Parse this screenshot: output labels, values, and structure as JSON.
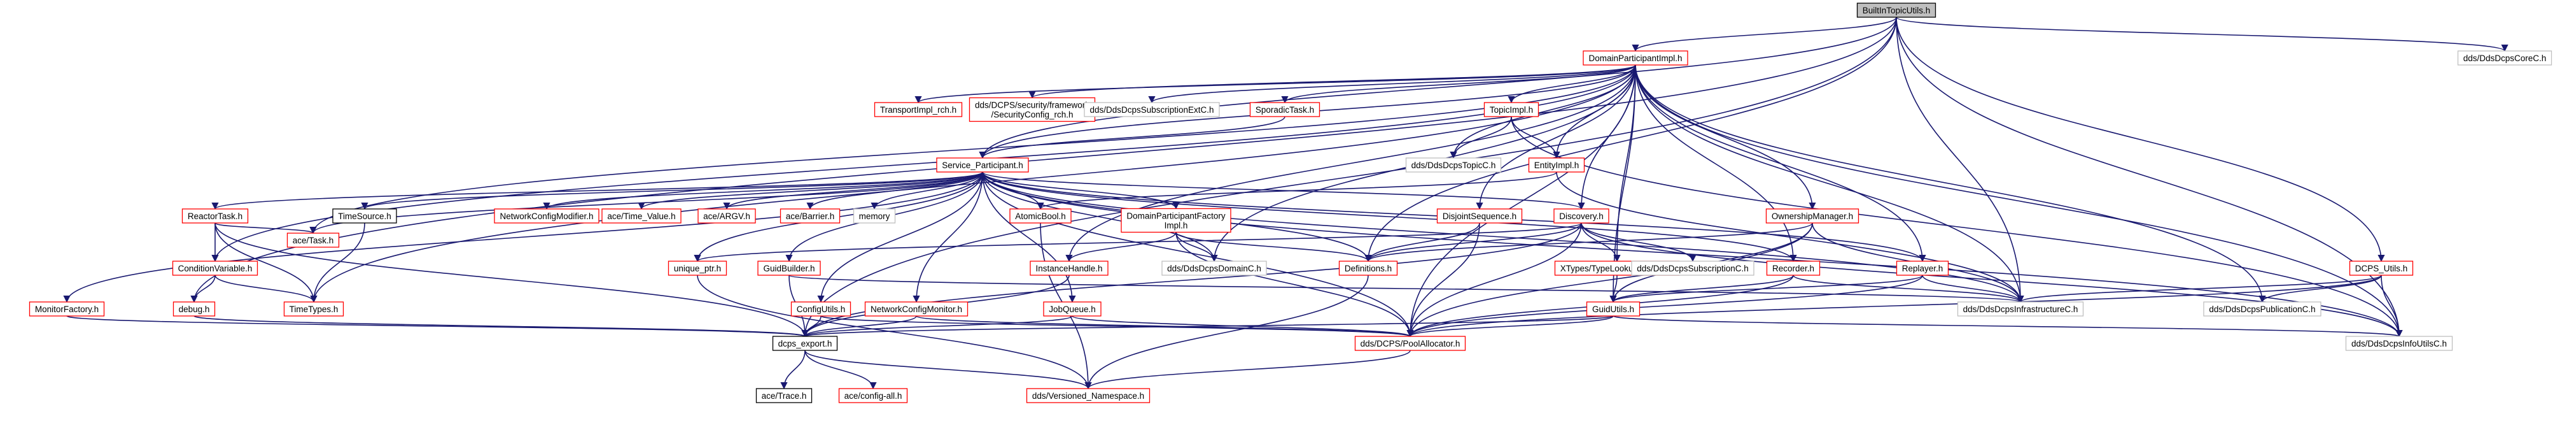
{
  "colors": {
    "edge": "#191970",
    "red_border": "#ff0000",
    "gray_border": "#bfbfbf",
    "root_fill": "#bfbfbf",
    "root_border": "#000000",
    "text": "#000000",
    "background": "#ffffff"
  },
  "nodes": [
    {
      "id": "root",
      "label": [
        "BuiltInTopicUtils.h"
      ],
      "style": "root"
    },
    {
      "id": "dpi",
      "label": [
        "DomainParticipantImpl.h"
      ],
      "style": "red"
    },
    {
      "id": "coreC",
      "label": [
        "dds/DdsDcpsCoreC.h"
      ],
      "style": "gray"
    },
    {
      "id": "trimpl",
      "label": [
        "TransportImpl_rch.h"
      ],
      "style": "red"
    },
    {
      "id": "secfw",
      "label": [
        "dds/DCPS/security/framework",
        "/SecurityConfig_rch.h"
      ],
      "style": "red"
    },
    {
      "id": "subext",
      "label": [
        "dds/DdsDcpsSubscriptionExtC.h"
      ],
      "style": "gray"
    },
    {
      "id": "sporadic",
      "label": [
        "SporadicTask.h"
      ],
      "style": "red"
    },
    {
      "id": "topicimpl",
      "label": [
        "TopicImpl.h"
      ],
      "style": "red"
    },
    {
      "id": "topicC",
      "label": [
        "dds/DdsDcpsTopicC.h"
      ],
      "style": "gray"
    },
    {
      "id": "entityimpl",
      "label": [
        "EntityImpl.h"
      ],
      "style": "red"
    },
    {
      "id": "svcp",
      "label": [
        "Service_Participant.h"
      ],
      "style": "red"
    },
    {
      "id": "reactortask",
      "label": [
        "ReactorTask.h"
      ],
      "style": "red"
    },
    {
      "id": "timesource",
      "label": [
        "TimeSource.h"
      ],
      "style": "black"
    },
    {
      "id": "netcfgmod",
      "label": [
        "NetworkConfigModifier.h"
      ],
      "style": "red"
    },
    {
      "id": "timevalue",
      "label": [
        "ace/Time_Value.h"
      ],
      "style": "red"
    },
    {
      "id": "argv",
      "label": [
        "ace/ARGV.h"
      ],
      "style": "red"
    },
    {
      "id": "barrier",
      "label": [
        "ace/Barrier.h"
      ],
      "style": "red"
    },
    {
      "id": "memory",
      "label": [
        "memory"
      ],
      "style": "gray"
    },
    {
      "id": "atomicbool",
      "label": [
        "AtomicBool.h"
      ],
      "style": "red"
    },
    {
      "id": "dpfimpl",
      "label": [
        "DomainParticipantFactory",
        "Impl.h"
      ],
      "style": "red"
    },
    {
      "id": "disjoint",
      "label": [
        "DisjointSequence.h"
      ],
      "style": "red"
    },
    {
      "id": "discovery",
      "label": [
        "Discovery.h"
      ],
      "style": "red"
    },
    {
      "id": "ownership",
      "label": [
        "OwnershipManager.h"
      ],
      "style": "red"
    },
    {
      "id": "acetask",
      "label": [
        "ace/Task.h"
      ],
      "style": "red"
    },
    {
      "id": "condvar",
      "label": [
        "ConditionVariable.h"
      ],
      "style": "red"
    },
    {
      "id": "timetypes",
      "label": [
        "TimeTypes.h"
      ],
      "style": "red"
    },
    {
      "id": "uniqueptr",
      "label": [
        "unique_ptr.h"
      ],
      "style": "red"
    },
    {
      "id": "guidbuilder",
      "label": [
        "GuidBuilder.h"
      ],
      "style": "red"
    },
    {
      "id": "insthandle",
      "label": [
        "InstanceHandle.h"
      ],
      "style": "red"
    },
    {
      "id": "domainC",
      "label": [
        "dds/DdsDcpsDomainC.h"
      ],
      "style": "gray"
    },
    {
      "id": "definitions",
      "label": [
        "Definitions.h"
      ],
      "style": "red"
    },
    {
      "id": "xtypes",
      "label": [
        "XTypes/TypeLookupService.h"
      ],
      "style": "red"
    },
    {
      "id": "subC",
      "label": [
        "dds/DdsDcpsSubscriptionC.h"
      ],
      "style": "gray"
    },
    {
      "id": "recorder",
      "label": [
        "Recorder.h"
      ],
      "style": "red"
    },
    {
      "id": "replayer",
      "label": [
        "Replayer.h"
      ],
      "style": "red"
    },
    {
      "id": "dcpsutils",
      "label": [
        "DCPS_Utils.h"
      ],
      "style": "red"
    },
    {
      "id": "monfactory",
      "label": [
        "MonitorFactory.h"
      ],
      "style": "red"
    },
    {
      "id": "debug",
      "label": [
        "debug.h"
      ],
      "style": "red"
    },
    {
      "id": "configutils",
      "label": [
        "ConfigUtils.h"
      ],
      "style": "red"
    },
    {
      "id": "netcfgmon",
      "label": [
        "NetworkConfigMonitor.h"
      ],
      "style": "red"
    },
    {
      "id": "jobqueue",
      "label": [
        "JobQueue.h"
      ],
      "style": "red"
    },
    {
      "id": "guidutils",
      "label": [
        "GuidUtils.h"
      ],
      "style": "red"
    },
    {
      "id": "infraC",
      "label": [
        "dds/DdsDcpsInfrastructureC.h"
      ],
      "style": "gray"
    },
    {
      "id": "pubC",
      "label": [
        "dds/DdsDcpsPublicationC.h"
      ],
      "style": "gray"
    },
    {
      "id": "infoutilsC",
      "label": [
        "dds/DdsDcpsInfoUtilsC.h"
      ],
      "style": "gray"
    },
    {
      "id": "dcpsexport",
      "label": [
        "dcps_export.h"
      ],
      "style": "black"
    },
    {
      "id": "poolalloc",
      "label": [
        "dds/DCPS/PoolAllocator.h"
      ],
      "style": "red"
    },
    {
      "id": "acetrace",
      "label": [
        "ace/Trace.h"
      ],
      "style": "black"
    },
    {
      "id": "aceconfig",
      "label": [
        "ace/config-all.h"
      ],
      "style": "red"
    },
    {
      "id": "versioned",
      "label": [
        "dds/Versioned_Namespace.h"
      ],
      "style": "red"
    }
  ],
  "edges": [
    [
      "root",
      "dpi"
    ],
    [
      "root",
      "coreC"
    ],
    [
      "root",
      "svcp"
    ],
    [
      "root",
      "dcpsutils"
    ],
    [
      "root",
      "dcpsexport"
    ],
    [
      "root",
      "infraC"
    ],
    [
      "root",
      "infoutilsC"
    ],
    [
      "root",
      "debug"
    ],
    [
      "root",
      "definitions"
    ],
    [
      "dpi",
      "trimpl"
    ],
    [
      "dpi",
      "secfw"
    ],
    [
      "dpi",
      "subext"
    ],
    [
      "dpi",
      "sporadic"
    ],
    [
      "dpi",
      "topicimpl"
    ],
    [
      "dpi",
      "topicC"
    ],
    [
      "dpi",
      "entityimpl"
    ],
    [
      "dpi",
      "svcp"
    ],
    [
      "dpi",
      "disjoint"
    ],
    [
      "dpi",
      "discovery"
    ],
    [
      "dpi",
      "ownership"
    ],
    [
      "dpi",
      "recorder"
    ],
    [
      "dpi",
      "replayer"
    ],
    [
      "dpi",
      "xtypes"
    ],
    [
      "dpi",
      "condvar"
    ],
    [
      "dpi",
      "insthandle"
    ],
    [
      "dpi",
      "domainC"
    ],
    [
      "dpi",
      "guidutils"
    ],
    [
      "dpi",
      "poolalloc"
    ],
    [
      "dpi",
      "pubC"
    ],
    [
      "dpi",
      "infoutilsC"
    ],
    [
      "dpi",
      "infraC"
    ],
    [
      "dpi",
      "timetypes"
    ],
    [
      "dpi",
      "acetask"
    ],
    [
      "sporadic",
      "svcp"
    ],
    [
      "topicimpl",
      "topicC"
    ],
    [
      "topicimpl",
      "entityimpl"
    ],
    [
      "topicimpl",
      "infoutilsC"
    ],
    [
      "entityimpl",
      "atomicbool"
    ],
    [
      "entityimpl",
      "infraC"
    ],
    [
      "svcp",
      "reactortask"
    ],
    [
      "svcp",
      "timesource"
    ],
    [
      "svcp",
      "netcfgmod"
    ],
    [
      "svcp",
      "timevalue"
    ],
    [
      "svcp",
      "argv"
    ],
    [
      "svcp",
      "barrier"
    ],
    [
      "svcp",
      "memory"
    ],
    [
      "svcp",
      "atomicbool"
    ],
    [
      "svcp",
      "dpfimpl"
    ],
    [
      "svcp",
      "discovery"
    ],
    [
      "svcp",
      "acetask"
    ],
    [
      "svcp",
      "monfactory"
    ],
    [
      "svcp",
      "configutils"
    ],
    [
      "svcp",
      "netcfgmon"
    ],
    [
      "svcp",
      "jobqueue"
    ],
    [
      "svcp",
      "definitions"
    ],
    [
      "svcp",
      "domainC"
    ],
    [
      "svcp",
      "infraC"
    ],
    [
      "svcp",
      "poolalloc"
    ],
    [
      "svcp",
      "guidbuilder"
    ],
    [
      "svcp",
      "uniqueptr"
    ],
    [
      "svcp",
      "recorder"
    ],
    [
      "svcp",
      "replayer"
    ],
    [
      "svcp",
      "infoutilsC"
    ],
    [
      "reactortask",
      "acetask"
    ],
    [
      "reactortask",
      "condvar"
    ],
    [
      "reactortask",
      "timetypes"
    ],
    [
      "reactortask",
      "dcpsexport"
    ],
    [
      "timesource",
      "timetypes"
    ],
    [
      "atomicbool",
      "versioned"
    ],
    [
      "dpfimpl",
      "insthandle"
    ],
    [
      "dpfimpl",
      "domainC"
    ],
    [
      "dpfimpl",
      "definitions"
    ],
    [
      "dpfimpl",
      "poolalloc"
    ],
    [
      "disjoint",
      "definitions"
    ],
    [
      "disjoint",
      "poolalloc"
    ],
    [
      "discovery",
      "definitions"
    ],
    [
      "discovery",
      "subC"
    ],
    [
      "discovery",
      "xtypes"
    ],
    [
      "discovery",
      "poolalloc"
    ],
    [
      "discovery",
      "infoutilsC"
    ],
    [
      "discovery",
      "uniqueptr"
    ],
    [
      "discovery",
      "dcpsexport"
    ],
    [
      "ownership",
      "definitions"
    ],
    [
      "ownership",
      "guidutils"
    ],
    [
      "ownership",
      "poolalloc"
    ],
    [
      "ownership",
      "infraC"
    ],
    [
      "condvar",
      "debug"
    ],
    [
      "condvar",
      "timetypes"
    ],
    [
      "uniqueptr",
      "versioned"
    ],
    [
      "guidbuilder",
      "dcpsexport"
    ],
    [
      "guidbuilder",
      "infraC"
    ],
    [
      "insthandle",
      "dcpsexport"
    ],
    [
      "definitions",
      "versioned"
    ],
    [
      "xtypes",
      "guidutils"
    ],
    [
      "recorder",
      "guidutils"
    ],
    [
      "recorder",
      "infraC"
    ],
    [
      "recorder",
      "poolalloc"
    ],
    [
      "replayer",
      "guidutils"
    ],
    [
      "replayer",
      "infraC"
    ],
    [
      "replayer",
      "poolalloc"
    ],
    [
      "dcpsutils",
      "infraC"
    ],
    [
      "dcpsutils",
      "pubC"
    ],
    [
      "dcpsutils",
      "infoutilsC"
    ],
    [
      "dcpsutils",
      "poolalloc"
    ],
    [
      "monfactory",
      "dcpsexport"
    ],
    [
      "debug",
      "dcpsexport"
    ],
    [
      "configutils",
      "dcpsexport"
    ],
    [
      "configutils",
      "poolalloc"
    ],
    [
      "netcfgmon",
      "dcpsexport"
    ],
    [
      "netcfgmon",
      "poolalloc"
    ],
    [
      "jobqueue",
      "dcpsexport"
    ],
    [
      "jobqueue",
      "poolalloc"
    ],
    [
      "guidutils",
      "dcpsexport"
    ],
    [
      "guidutils",
      "poolalloc"
    ],
    [
      "guidutils",
      "infoutilsC"
    ],
    [
      "dcpsexport",
      "acetrace"
    ],
    [
      "dcpsexport",
      "aceconfig"
    ],
    [
      "dcpsexport",
      "versioned"
    ],
    [
      "poolalloc",
      "versioned"
    ]
  ]
}
